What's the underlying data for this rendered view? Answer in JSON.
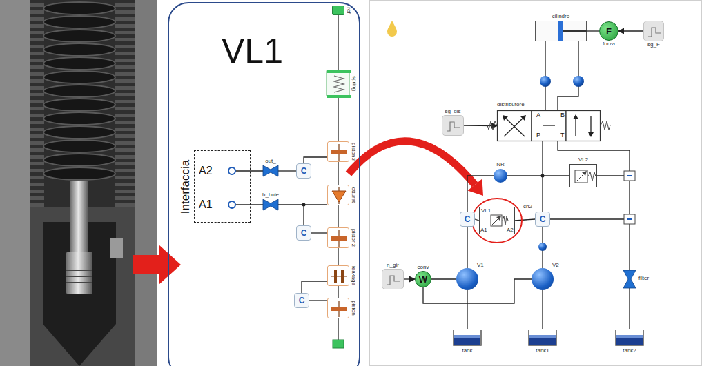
{
  "diagram": {
    "nodes": [
      {
        "text": [
          "VL1"
        ]
      },
      {
        "text": [
          "Interfaccia"
        ],
        "in": 0
      },
      {
        "text": [
          "out_"
        ],
        "in": 0
      },
      {
        "text": [
          "h_hole"
        ],
        "in": 0
      },
      {
        "text": [
          "C"
        ],
        "in": 0
      },
      {
        "text": [
          "C"
        ],
        "in": 0
      },
      {
        "text": [
          "C"
        ],
        "in": 0
      },
      {
        "text": [
          "ref"
        ],
        "in": 0
      },
      {
        "text": [
          "spring"
        ],
        "in": 0
      },
      {
        "text": [
          "piston3"
        ],
        "in": 0
      },
      {
        "text": [
          "otturat"
        ],
        "in": 0
      },
      {
        "text": [
          "piston2"
        ],
        "in": 0
      },
      {
        "text": [
          "leakage"
        ],
        "in": 0
      },
      {
        "text": [
          "piston"
        ],
        "in": 0
      },
      {
        "text": [
          "cilindro"
        ]
      },
      {
        "text": [
          "F",
          "forza"
        ]
      },
      {
        "text": [
          "sg_F"
        ]
      },
      {
        "text": [
          "distributore",
          "A",
          "B",
          "P",
          "T"
        ]
      },
      {
        "text": [
          "sg_dis"
        ]
      },
      {
        "text": [
          "NR"
        ]
      },
      {
        "text": [
          "VL2"
        ]
      },
      {
        "text": [
          "VL1",
          "A1",
          "A2"
        ]
      },
      {
        "text": [
          "C"
        ]
      },
      {
        "text": [
          "C",
          "ch2"
        ]
      },
      {
        "text": [
          "W",
          "conv"
        ]
      },
      {
        "text": [
          "n_gir"
        ]
      },
      {
        "text": [
          "V1"
        ]
      },
      {
        "text": [
          "V2"
        ]
      },
      {
        "text": [
          "filter"
        ]
      },
      {
        "text": [
          "tank"
        ]
      },
      {
        "text": [
          "tank1"
        ]
      },
      {
        "text": [
          "tank2"
        ]
      }
    ],
    "edges": [
      {
        "from": 2,
        "to": 4,
        "arrow": "none"
      },
      {
        "from": 4,
        "to": 9,
        "arrow": "none"
      },
      {
        "from": 3,
        "to": 10,
        "arrow": "none"
      },
      {
        "from": 5,
        "to": 11,
        "arrow": "none"
      },
      {
        "from": 7,
        "to": 8,
        "arrow": "none"
      },
      {
        "from": 8,
        "to": 9,
        "arrow": "none"
      },
      {
        "from": 9,
        "to": 10,
        "arrow": "none"
      },
      {
        "from": 10,
        "to": 11,
        "arrow": "none"
      },
      {
        "from": 11,
        "to": 12,
        "arrow": "none"
      },
      {
        "from": 12,
        "to": 13,
        "arrow": "none"
      },
      {
        "from": 6,
        "to": 12,
        "arrow": "none"
      },
      {
        "from": 6,
        "to": 13,
        "arrow": "none"
      },
      {
        "from": 14,
        "to": 15,
        "arrow": "none"
      },
      {
        "from": 16,
        "to": 15,
        "arrow": "to"
      },
      {
        "from": 14,
        "to": 17,
        "arrow": "none"
      },
      {
        "from": 14,
        "to": 17,
        "arrow": "none"
      },
      {
        "from": 18,
        "to": 17,
        "arrow": "to"
      },
      {
        "from": 17,
        "to": 23,
        "arrow": "none"
      },
      {
        "from": 17,
        "to": 28,
        "arrow": "none"
      },
      {
        "from": 19,
        "to": 20,
        "arrow": "none"
      },
      {
        "from": 19,
        "to": 22,
        "arrow": "none"
      },
      {
        "from": 21,
        "to": 22,
        "arrow": "none"
      },
      {
        "from": 21,
        "to": 23,
        "arrow": "none"
      },
      {
        "from": 22,
        "to": 26,
        "arrow": "none"
      },
      {
        "from": 23,
        "to": 27,
        "arrow": "none"
      },
      {
        "from": 25,
        "to": 24,
        "arrow": "to"
      },
      {
        "from": 24,
        "to": 26,
        "arrow": "none"
      },
      {
        "from": 24,
        "to": 27,
        "arrow": "none"
      },
      {
        "from": 26,
        "to": 29,
        "arrow": "none"
      },
      {
        "from": 27,
        "to": 30,
        "arrow": "none"
      },
      {
        "from": 28,
        "to": 31,
        "arrow": "none"
      }
    ],
    "labels": [
      "A2",
      "A1"
    ]
  }
}
